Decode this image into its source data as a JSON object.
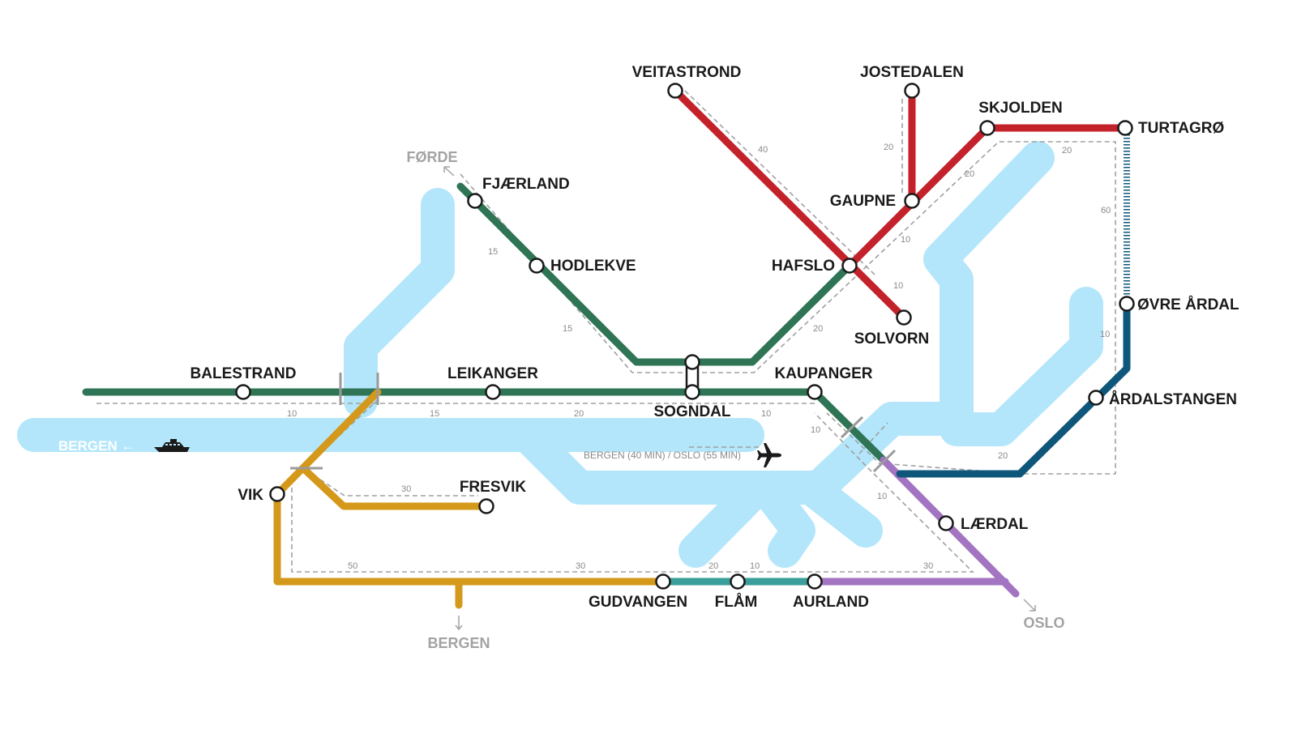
{
  "colors": {
    "green": "#2e7455",
    "red": "#c4222b",
    "gold": "#d4981a",
    "teal": "#3a9e9a",
    "purple": "#a374c1",
    "navy": "#0e577b",
    "water": "#b3e6fb"
  },
  "stations": {
    "veitastrond": "VEITASTROND",
    "jostedalen": "JOSTEDALEN",
    "skjolden": "SKJOLDEN",
    "turtagro": "TURTAGRØ",
    "gaupne": "GAUPNE",
    "fjaerland": "FJÆRLAND",
    "hodlekve": "HODLEKVE",
    "hafslo": "HAFSLO",
    "solvorn": "SOLVORN",
    "ovre_ardal": "ØVRE ÅRDAL",
    "balestrand": "BALESTRAND",
    "leikanger": "LEIKANGER",
    "kaupanger": "KAUPANGER",
    "sogndal": "SOGNDAL",
    "ardalstangen": "ÅRDALSTANGEN",
    "vik": "VIK",
    "fresvik": "FRESVIK",
    "laerdal": "LÆRDAL",
    "gudvangen": "GUDVANGEN",
    "flam": "FLÅM",
    "aurland": "AURLAND"
  },
  "external": {
    "forde": "FØRDE",
    "bergen_south": "BERGEN",
    "oslo": "OSLO",
    "bergen_ferry": "BERGEN ←"
  },
  "flight_label": "BERGEN (40 MIN) / OSLO (55 MIN)",
  "travel_times": {
    "veitastrond_hafslo": "40",
    "jostedalen_gaupne": "20",
    "skjolden_gaupne": "20",
    "skjolden_turtagro": "20",
    "turtagro_ovre_ardal": "60",
    "gaupne_hafslo": "10",
    "hafslo_solvorn": "10",
    "hafslo_sogndal": "20",
    "fjaerland_hodlekve": "15",
    "hodlekve_sogndal": "15",
    "ovre_ardal_ardalstangen": "10",
    "balestrand_vik": "10",
    "vik_leikanger": "15",
    "leikanger_sogndal": "20",
    "sogndal_kaupanger": "10",
    "kaupanger_laerdal_ferry": "10",
    "ardalstangen_kaupanger": "20",
    "vik_fresvik": "30",
    "laerdal_kaupanger": "10",
    "vik_bergen": "50",
    "vik_gudvangen": "30",
    "gudvangen_flam": "20",
    "flam_aurland": "10",
    "aurland_laerdal": "30"
  }
}
